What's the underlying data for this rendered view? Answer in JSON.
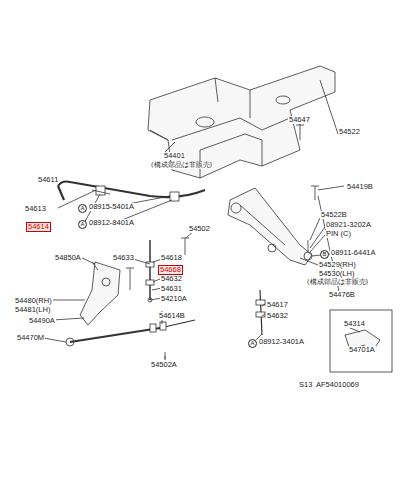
{
  "diagram": {
    "labels": [
      "54401",
      "(構成部品は非販売)",
      "54647",
      "54522",
      "54419B",
      "54611",
      "54613",
      "54614",
      "A",
      "08915-5401A",
      "A",
      "08912-8401A",
      "54502",
      "54522B",
      "08921-3202A",
      "PIN (C)",
      "B",
      "08911-6441A",
      "54529(RH)",
      "54530(LH)",
      "(構成部品は非販売)",
      "54476B",
      "54633",
      "54618",
      "54668",
      "54850A",
      "54480(RH)",
      "54481(LH)",
      "54490A",
      "54632",
      "54631",
      "54210A",
      "54614B",
      "54470M",
      "54502A",
      "54617",
      "54632",
      "A",
      "08912-3401A",
      "54314",
      "54701A",
      "S13",
      "AF54010069"
    ]
  }
}
